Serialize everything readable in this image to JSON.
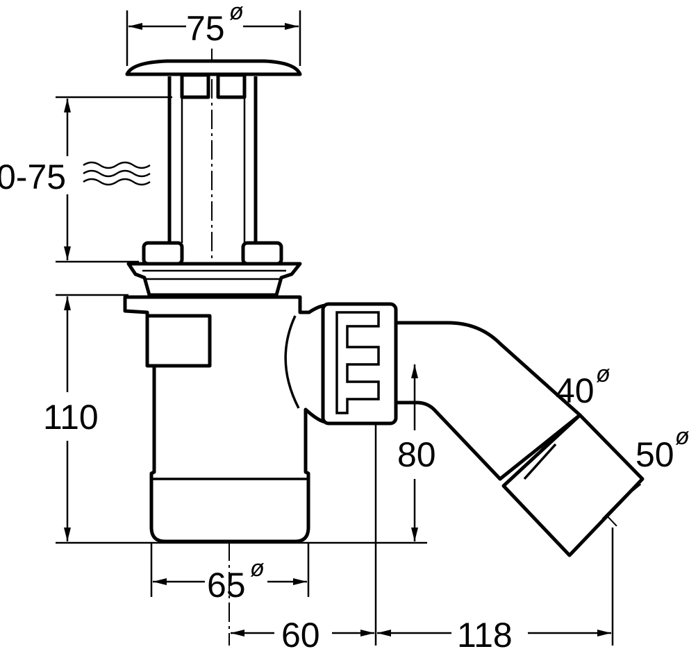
{
  "drawing": {
    "dimensions": {
      "top_diameter": {
        "value": "75",
        "symbol": "ø"
      },
      "height_range": {
        "value": "0-75"
      },
      "body_height": {
        "value": "110"
      },
      "outlet_height": {
        "value": "80"
      },
      "body_diameter": {
        "value": "65",
        "symbol": "ø"
      },
      "outlet_offset": {
        "value": "60"
      },
      "outlet_length": {
        "value": "118"
      },
      "outlet_inner_diameter": {
        "value": "40",
        "symbol": "ø"
      },
      "outlet_outer_diameter": {
        "value": "50",
        "symbol": "ø"
      }
    }
  }
}
